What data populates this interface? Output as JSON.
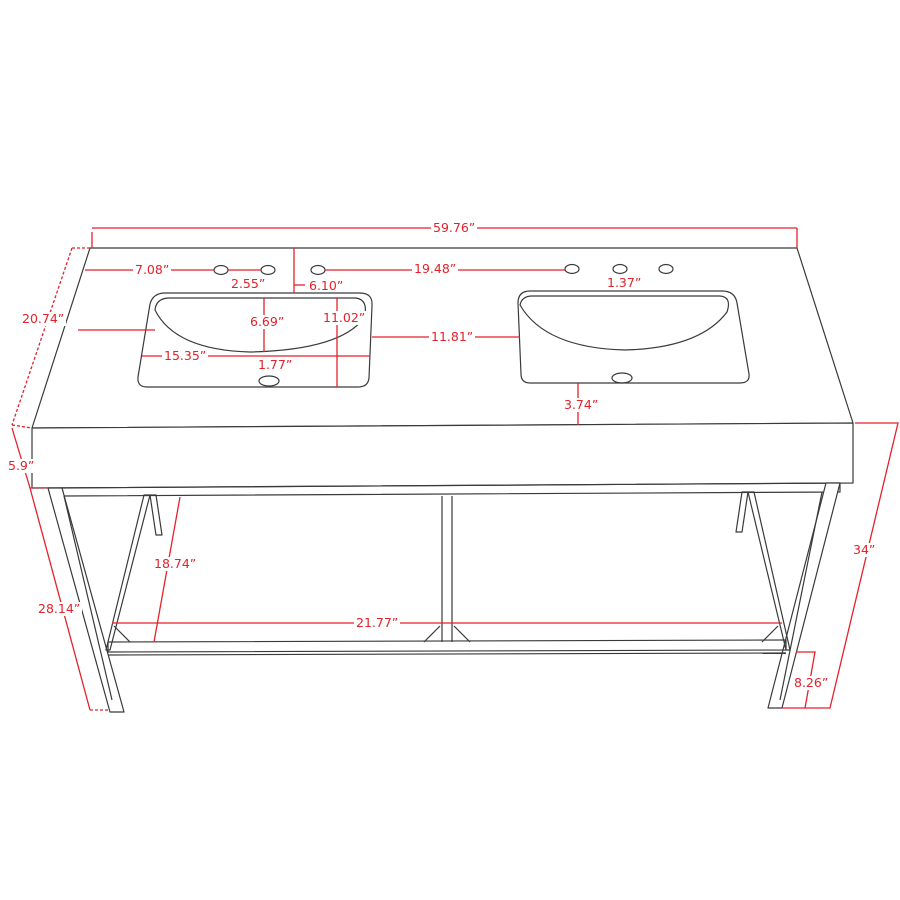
{
  "diagram": {
    "subject": "Double-sink bathroom vanity with open metal frame base and lower shelf",
    "colors": {
      "dimension_red": "#e3222b",
      "line_gray": "#3a3a3a",
      "background": "#ffffff"
    },
    "dimensions": {
      "overall_width": "59.76”",
      "left_faucet_offset": "7.08”",
      "faucet_hole_spacing": "2.55”",
      "top_to_sink_front": "6.10”",
      "faucet_between_sinks": "19.48”",
      "faucet_hole_setback": "1.37”",
      "overall_depth": "20.74”",
      "sink_bowl_depth": "6.69”",
      "sink_depth": "11.02”",
      "sink_spacing": "11.81”",
      "sink_width": "15.35”",
      "drain_offset": "1.77”",
      "sink_to_front_edge": "3.74”",
      "countertop_thickness": "5.9”",
      "leg_height": "28.14”",
      "shelf_opening_height": "18.74”",
      "shelf_width": "21.77”",
      "overall_height": "34”",
      "shelf_height_from_floor": "8.26”"
    }
  }
}
